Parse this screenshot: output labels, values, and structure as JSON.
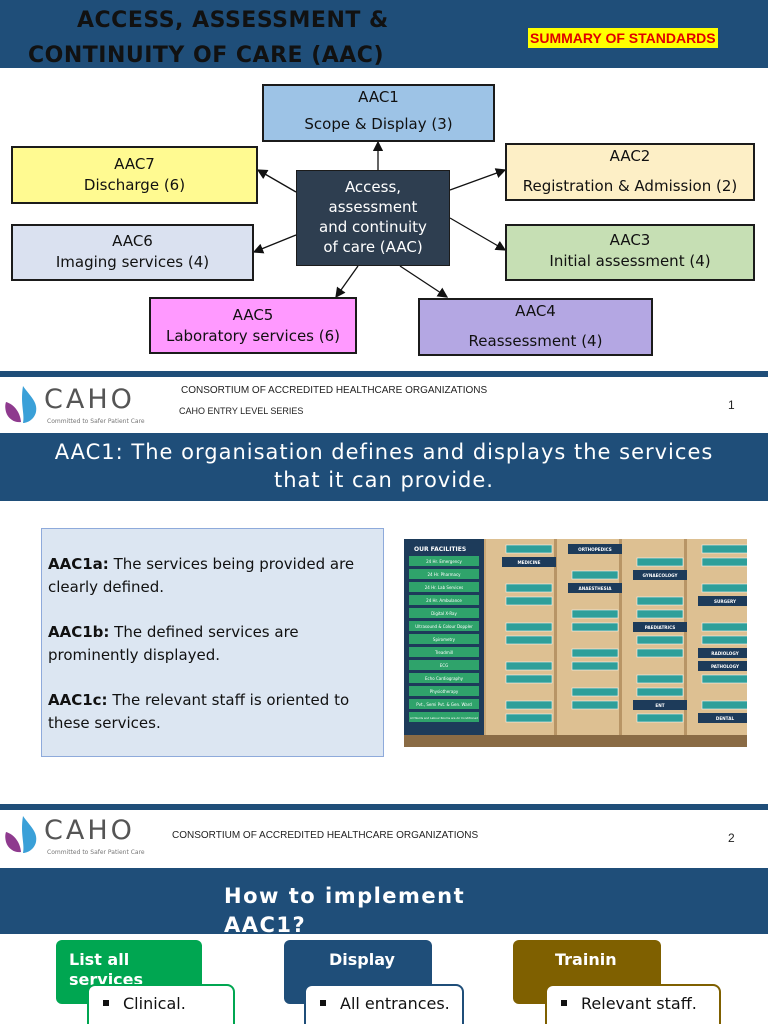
{
  "slide1": {
    "title_line1": "ACCESS, ASSESSMENT &",
    "title_line2": "CONTINUITY  OF CARE (AAC)",
    "badge": "SUMMARY OF STANDARDS",
    "center": {
      "line1": "Access,",
      "line2": "assessment",
      "line3": "and continuity",
      "line4": "of care (AAC)"
    },
    "boxes": [
      {
        "code": "AAC1",
        "name": "Scope & Display (3)",
        "color": "#9dc3e6"
      },
      {
        "code": "AAC2",
        "name": "Registration & Admission (2)",
        "color": "#fdefc6"
      },
      {
        "code": "AAC3",
        "name": "Initial assessment (4)",
        "color": "#c6dfb4"
      },
      {
        "code": "AAC4",
        "name": "Reassessment (4)",
        "color": "#b4a7e3"
      },
      {
        "code": "AAC5",
        "name": "Laboratory services (6)",
        "color": "#ff99ff"
      },
      {
        "code": "AAC6",
        "name": "Imaging services (4)",
        "color": "#dae1f0"
      },
      {
        "code": "AAC7",
        "name": "Discharge (6)",
        "color": "#fffa91"
      }
    ]
  },
  "footer1": {
    "logo": "CAHO",
    "tagline": "Committed to Safer Patient Care",
    "org": "CONSORTIUM OF ACCREDITED HEALTHCARE ORGANIZATIONS",
    "series": "CAHO ENTRY LEVEL SERIES",
    "page": "1"
  },
  "slide2": {
    "title_line1": "AAC1: The organisation defines and displays the services",
    "title_line2": "that it can provide.",
    "items": [
      {
        "code": "AAC1a:",
        "text1": " The services being provided are",
        "text2": " clearly defined."
      },
      {
        "code": "AAC1b:",
        "text1": " The defined services are",
        "text2": " prominently displayed."
      },
      {
        "code": "AAC1c:",
        "text1": " The relevant staff is oriented to",
        "text2": "these services."
      }
    ],
    "photo_board": {
      "heading": "OUR FACILITIES",
      "facilities": [
        "24 Hr. Emergency",
        "24 Hr. Pharmacy",
        "24 Hr. Lab Services",
        "24 Hr. Ambulance",
        "Digital X-Ray",
        "Ultrasound & Colour Doppler",
        "Spirometry",
        "Treadmill",
        "ECG",
        "Echo Cardiography",
        "Physiotherapy",
        "Pvt., Semi Pvt. & Gen. Ward",
        "All Wards and Labour Rooms are Air Conditioned"
      ],
      "departments": [
        "MEDICINE",
        "ORTHOPEDICS",
        "ANAESTHESIA",
        "GYNAECOLOGY",
        "SURGERY",
        "PAEDIATRICS",
        "RADIOLOGY",
        "PATHOLOGY",
        "ENT",
        "DENTAL"
      ]
    }
  },
  "footer2": {
    "logo": "CAHO",
    "tagline": "Committed to Safer Patient Care",
    "org": "CONSORTIUM OF ACCREDITED HEALTHCARE ORGANIZATIONS",
    "page": "2"
  },
  "slide3": {
    "title_line1": "How to implement",
    "title_line2": "AAC1?",
    "steps": [
      {
        "label": "List all services",
        "bullet": "Clinical.",
        "color": "#00a651"
      },
      {
        "label": "Display",
        "bullet": "All entrances.",
        "color": "#1f4e79"
      },
      {
        "label": "Trainin",
        "bullet": "Relevant staff.",
        "color": "#7f6000"
      }
    ]
  }
}
